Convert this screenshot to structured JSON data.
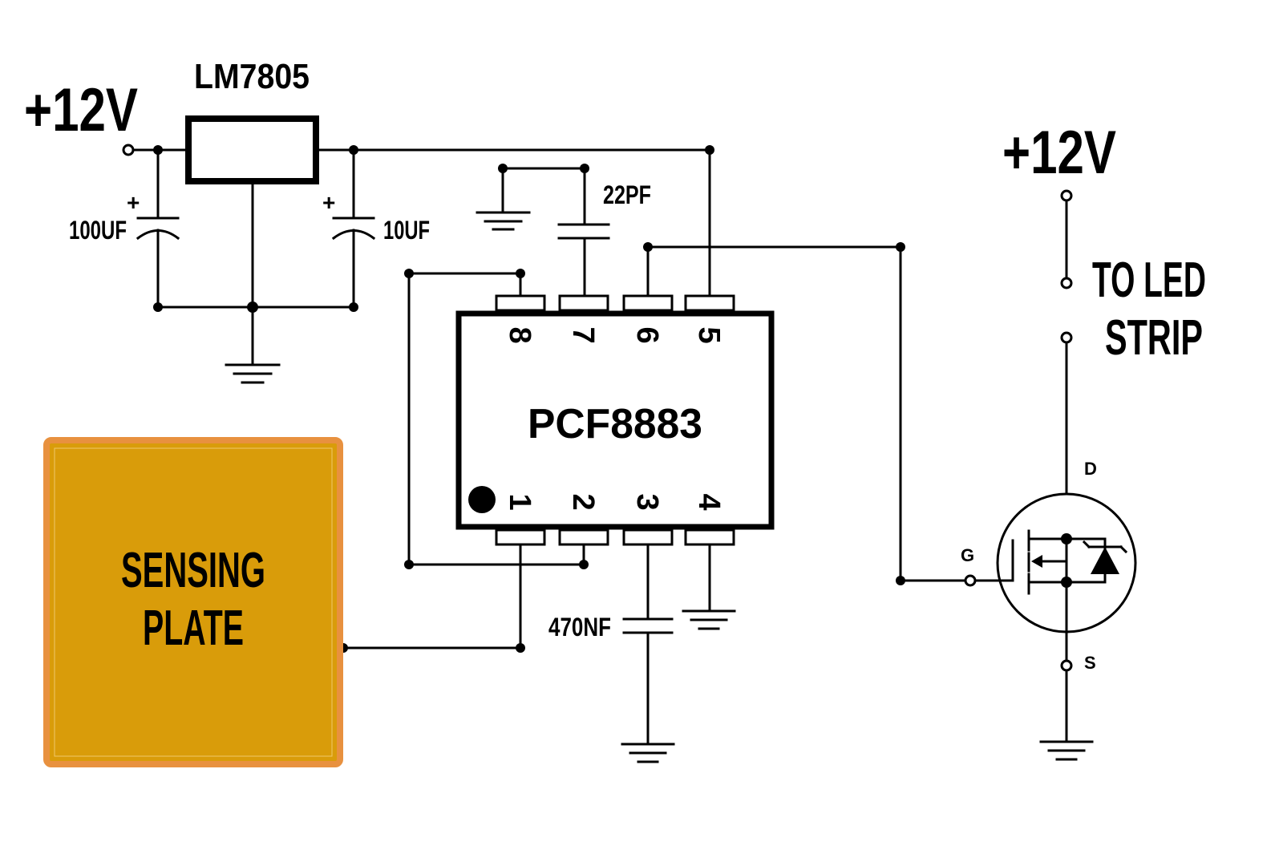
{
  "supply": {
    "input_voltage": "+12V",
    "led_voltage": "+12V"
  },
  "regulator": {
    "name": "LM7805"
  },
  "capacitors": {
    "c_in": "100UF",
    "c_out": "10UF",
    "c_pin7": "22PF",
    "c_pin3": "470NF",
    "polarity_mark": "+"
  },
  "ic": {
    "name": "PCF8883",
    "pins_top": [
      "8",
      "7",
      "6",
      "5"
    ],
    "pins_bottom": [
      "1",
      "2",
      "3",
      "4"
    ]
  },
  "sensor": {
    "line1": "SENSING",
    "line2": "PLATE"
  },
  "mosfet": {
    "gate": "G",
    "drain": "D",
    "source": "S"
  },
  "output": {
    "line1": "TO LED",
    "line2": "STRIP"
  },
  "colors": {
    "plate_fill": "#D99C0A",
    "plate_border": "#E8913F",
    "wire": "#000000"
  }
}
